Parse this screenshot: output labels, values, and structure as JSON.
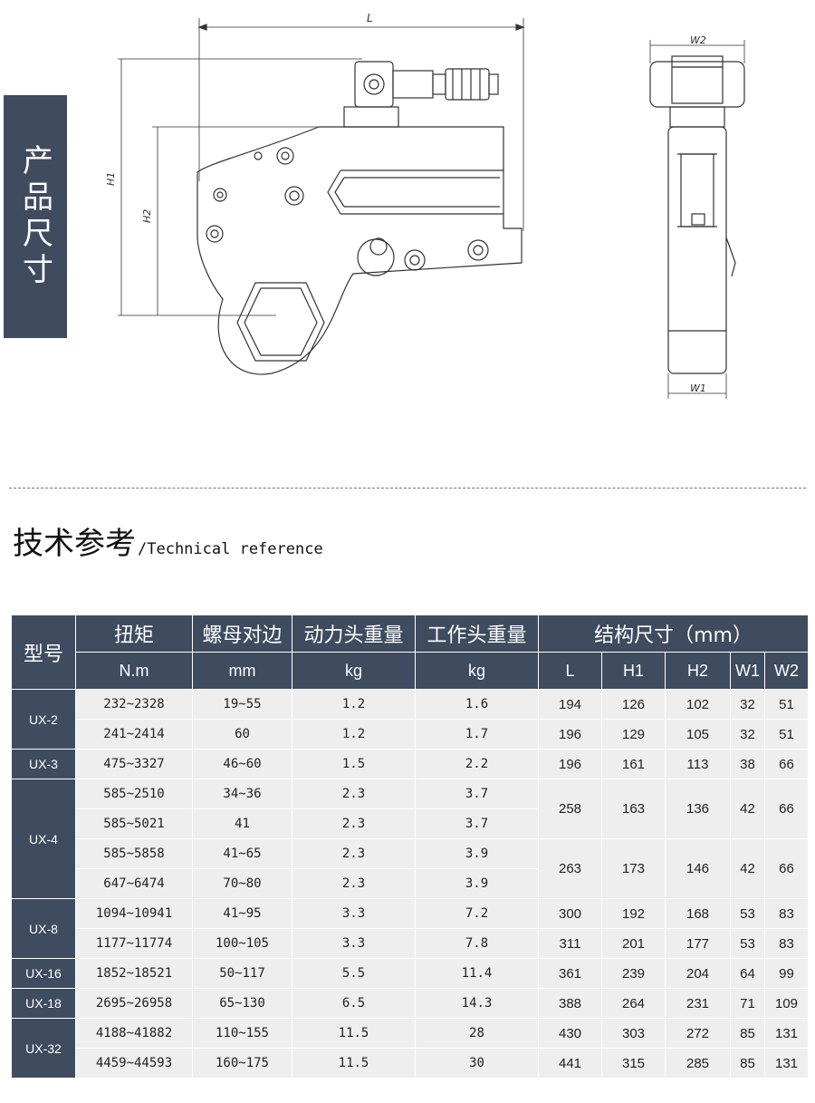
{
  "side_tab": "产品尺寸",
  "drawing": {
    "label_L": "L",
    "label_H1": "H1",
    "label_H2": "H2",
    "label_W1": "W1",
    "label_W2": "W2"
  },
  "section": {
    "title_cn": "技术参考",
    "title_en": "/Technical reference"
  },
  "table": {
    "header_model": "型号",
    "header_torque": "扭矩",
    "header_nut": "螺母对边",
    "header_power_weight": "动力头重量",
    "header_work_weight": "工作头重量",
    "header_dims": "结构尺寸（mm）",
    "unit_torque": "N.m",
    "unit_nut": "mm",
    "unit_power": "kg",
    "unit_work": "kg",
    "col_L": "L",
    "col_H1": "H1",
    "col_H2": "H2",
    "col_W1": "W1",
    "col_W2": "W2",
    "models": [
      "UX-2",
      "UX-3",
      "UX-4",
      "UX-8",
      "UX-16",
      "UX-18",
      "UX-32"
    ],
    "rows": [
      {
        "torque": "232~2328",
        "nut": "19~55",
        "power": "1.2",
        "work": "1.6",
        "L": "194",
        "H1": "126",
        "H2": "102",
        "W1": "32",
        "W2": "51"
      },
      {
        "torque": "241~2414",
        "nut": "60",
        "power": "1.2",
        "work": "1.7",
        "L": "196",
        "H1": "129",
        "H2": "105",
        "W1": "32",
        "W2": "51"
      },
      {
        "torque": "475~3327",
        "nut": "46~60",
        "power": "1.5",
        "work": "2.2",
        "L": "196",
        "H1": "161",
        "H2": "113",
        "W1": "38",
        "W2": "66"
      },
      {
        "torque": "585~2510",
        "nut": "34~36",
        "power": "2.3",
        "work": "3.7",
        "L": "258",
        "H1": "163",
        "H2": "136",
        "W1": "42",
        "W2": "66"
      },
      {
        "torque": "585~5021",
        "nut": "41",
        "power": "2.3",
        "work": "3.7"
      },
      {
        "torque": "585~5858",
        "nut": "41~65",
        "power": "2.3",
        "work": "3.9",
        "L": "263",
        "H1": "173",
        "H2": "146",
        "W1": "42",
        "W2": "66"
      },
      {
        "torque": "647~6474",
        "nut": "70~80",
        "power": "2.3",
        "work": "3.9"
      },
      {
        "torque": "1094~10941",
        "nut": "41~95",
        "power": "3.3",
        "work": "7.2",
        "L": "300",
        "H1": "192",
        "H2": "168",
        "W1": "53",
        "W2": "83"
      },
      {
        "torque": "1177~11774",
        "nut": "100~105",
        "power": "3.3",
        "work": "7.8",
        "L": "311",
        "H1": "201",
        "H2": "177",
        "W1": "53",
        "W2": "83"
      },
      {
        "torque": "1852~18521",
        "nut": "50~117",
        "power": "5.5",
        "work": "11.4",
        "L": "361",
        "H1": "239",
        "H2": "204",
        "W1": "64",
        "W2": "99"
      },
      {
        "torque": "2695~26958",
        "nut": "65~130",
        "power": "6.5",
        "work": "14.3",
        "L": "388",
        "H1": "264",
        "H2": "231",
        "W1": "71",
        "W2": "109"
      },
      {
        "torque": "4188~41882",
        "nut": "110~155",
        "power": "11.5",
        "work": "28",
        "L": "430",
        "H1": "303",
        "H2": "272",
        "W1": "85",
        "W2": "131"
      },
      {
        "torque": "4459~44593",
        "nut": "160~175",
        "power": "11.5",
        "work": "30",
        "L": "441",
        "H1": "315",
        "H2": "285",
        "W1": "85",
        "W2": "131"
      }
    ]
  }
}
